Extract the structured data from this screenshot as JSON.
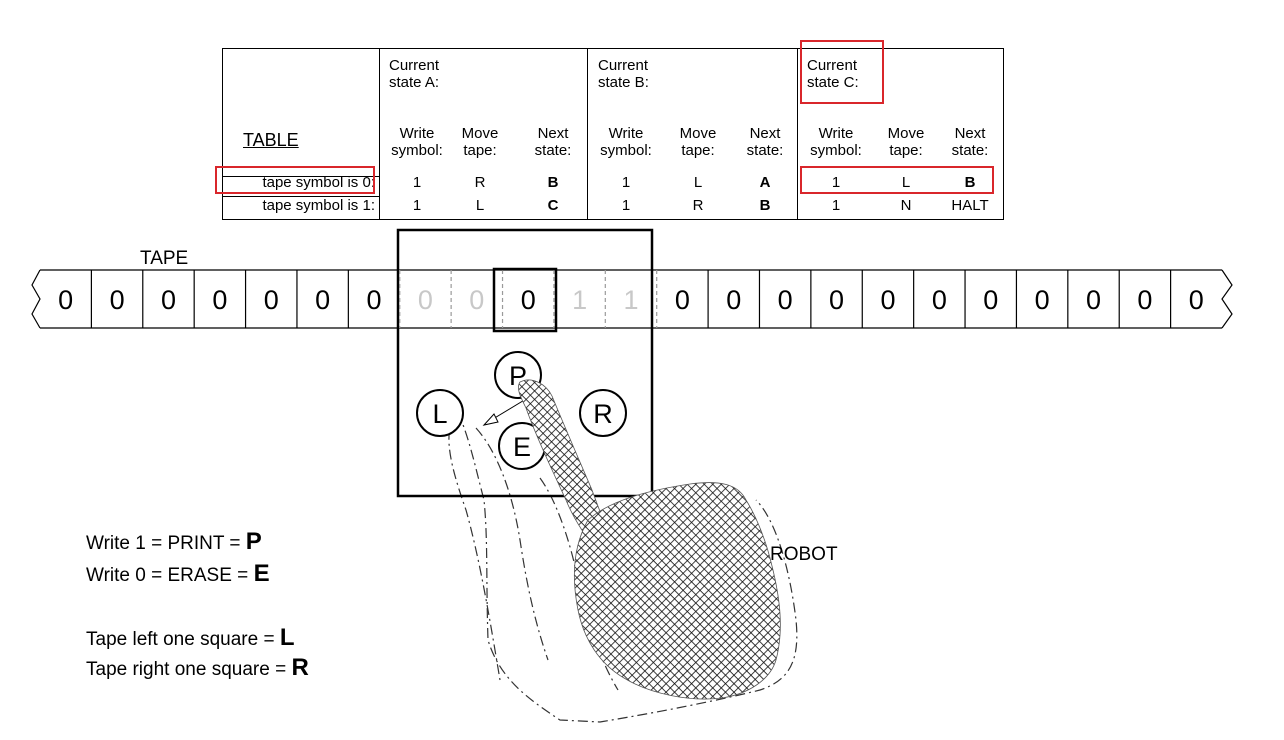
{
  "table": {
    "title": "TABLE",
    "states": [
      {
        "header_line1": "Current",
        "header_line2": "state A:"
      },
      {
        "header_line1": "Current",
        "header_line2": "state B:"
      },
      {
        "header_line1": "Current",
        "header_line2": "state C:"
      }
    ],
    "subheaders": {
      "write_l1": "Write",
      "write_l2": "symbol:",
      "move_l1": "Move",
      "move_l2": "tape:",
      "next_l1": "Next",
      "next_l2": "state:"
    },
    "row_labels": [
      "tape symbol is 0:",
      "tape symbol is 1:"
    ],
    "rows": [
      [
        [
          "1",
          "R",
          "B"
        ],
        [
          "1",
          "L",
          "A"
        ],
        [
          "1",
          "L",
          "B"
        ]
      ],
      [
        [
          "1",
          "L",
          "C"
        ],
        [
          "1",
          "R",
          "B"
        ],
        [
          "1",
          "N",
          "HALT"
        ]
      ]
    ]
  },
  "tape": {
    "label": "TAPE",
    "cells": [
      "0",
      "0",
      "0",
      "0",
      "0",
      "0",
      "0",
      "0",
      "0",
      "0",
      "1",
      "1",
      "0",
      "0",
      "0",
      "0",
      "0",
      "0",
      "0",
      "0",
      "0",
      "0",
      "0"
    ],
    "faded_cells": [
      7,
      8,
      9,
      10,
      11
    ],
    "head_index": 9
  },
  "robot": {
    "label": "ROBOT",
    "buttons": {
      "print": "P",
      "erase": "E",
      "left": "L",
      "right": "R"
    }
  },
  "legend": [
    {
      "text": "Write 1 = PRINT = ",
      "key": "P"
    },
    {
      "text": "Write 0 = ERASE = ",
      "key": "E"
    },
    {
      "text": "Tape left one square = ",
      "key": "L"
    },
    {
      "text": "Tape right one square = ",
      "key": "R"
    }
  ],
  "colors": {
    "highlight": "#d9262b",
    "ink": "#000000",
    "faded_ink": "#c8c8c8"
  }
}
